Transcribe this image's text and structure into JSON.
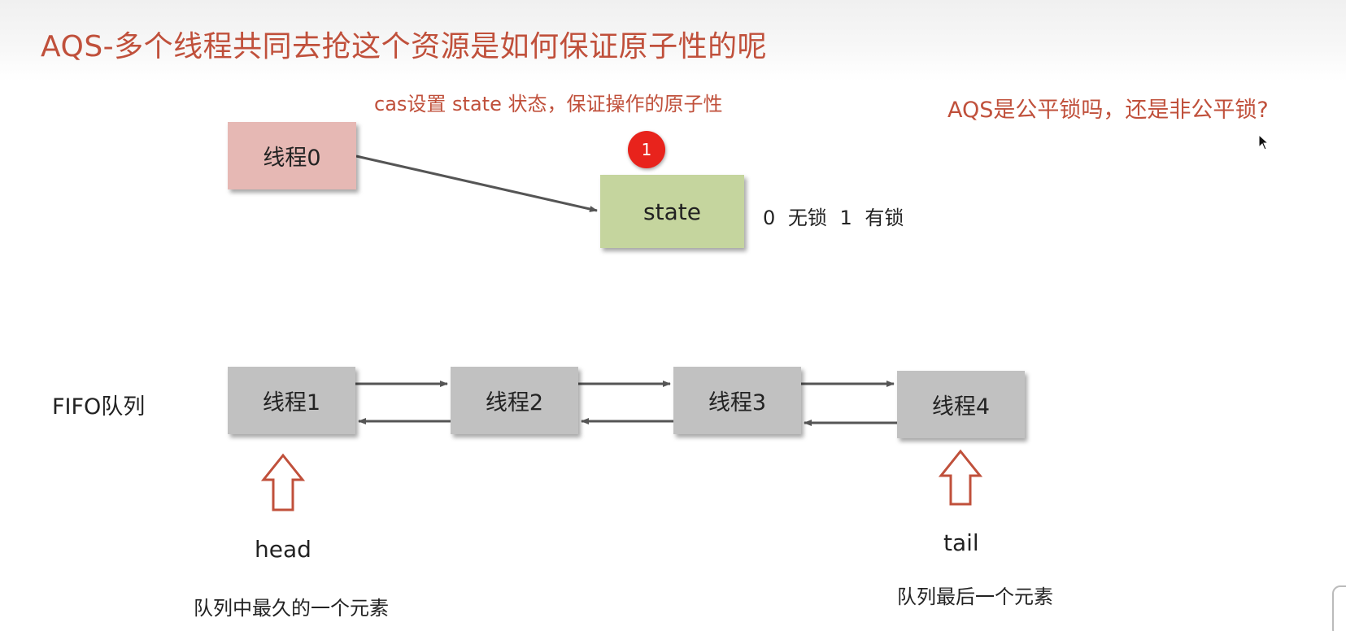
{
  "title": "AQS-多个线程共同去抢这个资源是如何保证原子性的呢",
  "cas_note": "cas设置 state 状态，保证操作的原子性",
  "question": "AQS是公平锁吗，还是非公平锁?",
  "thread0": {
    "label": "线程0"
  },
  "state_box": {
    "label": "state"
  },
  "step_badge": "1",
  "lock_legend": "0 无锁  1 有锁",
  "queue": {
    "label": "FIFO队列",
    "nodes": [
      {
        "label": "线程1"
      },
      {
        "label": "线程2"
      },
      {
        "label": "线程3"
      },
      {
        "label": "线程4"
      }
    ]
  },
  "head": {
    "label": "head",
    "description": "队列中最久的一个元素"
  },
  "tail": {
    "label": "tail",
    "description": "队列最后一个元素"
  },
  "colors": {
    "accent_red": "#c0503b",
    "thread0_fill": "#e6b8b4",
    "state_fill": "#c5d59e",
    "queue_fill": "#c1c1c1",
    "badge_fill": "#e8231c",
    "arrow": "#555555"
  },
  "icons": {
    "head_pointer": "hollow-up-arrow-icon",
    "tail_pointer": "hollow-up-arrow-icon",
    "cursor": "mouse-pointer-icon"
  }
}
